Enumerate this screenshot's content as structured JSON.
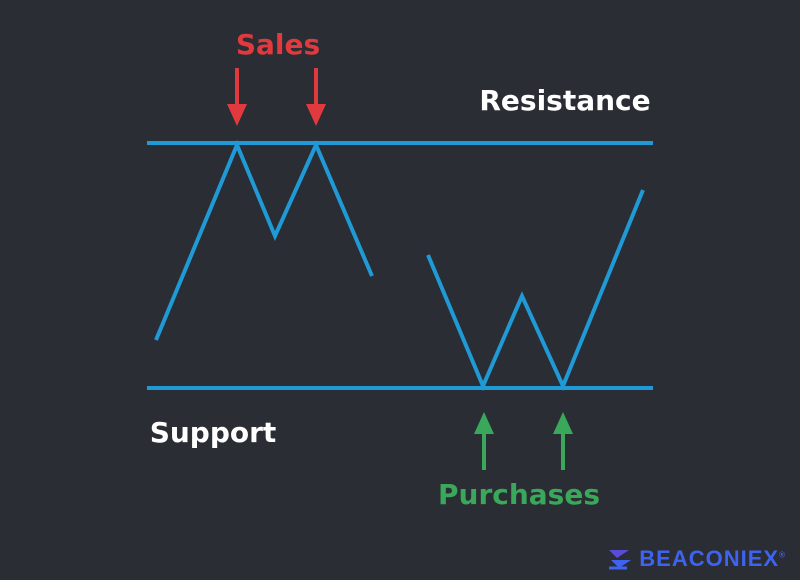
{
  "labels": {
    "sales": "Sales",
    "resistance": "Resistance",
    "support": "Support",
    "purchases": "Purchases"
  },
  "brand": {
    "name": "BEACONIEX",
    "registered": "®",
    "icon": "beaconiex-logo-icon"
  },
  "colors": {
    "background": "#2a2d33",
    "line": "#1f9ad6",
    "sales": "#e03a3e",
    "purchases": "#3aa85a",
    "text": "#ffffff",
    "brand": "#3d63f0"
  },
  "icons": {
    "sales_arrows": "arrow-down-icon",
    "purchases_arrows": "arrow-up-icon"
  }
}
